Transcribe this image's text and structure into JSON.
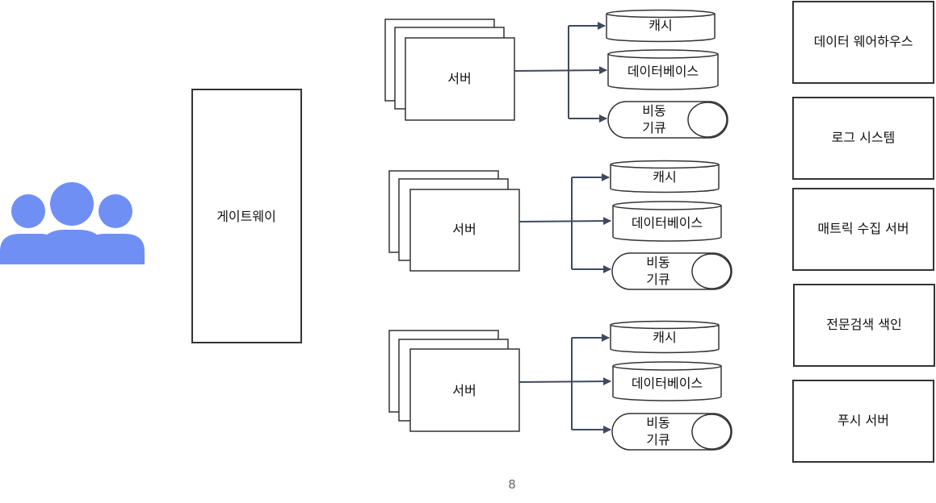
{
  "colors": {
    "users_icon": "#6f8ff5",
    "box_stroke": "#333333",
    "arrow": "#3f4a5e",
    "page_number": "#666666"
  },
  "users": {
    "icon": "users-group-icon"
  },
  "gateway": {
    "label": "게이트웨이"
  },
  "server_groups": [
    {
      "server_label": "서버",
      "cache_label": "캐시",
      "database_label": "데이터베이스",
      "queue_label_line1": "비동",
      "queue_label_line2": "기큐"
    },
    {
      "server_label": "서버",
      "cache_label": "캐시",
      "database_label": "데이터베이스",
      "queue_label_line1": "비동",
      "queue_label_line2": "기큐"
    },
    {
      "server_label": "서버",
      "cache_label": "캐시",
      "database_label": "데이터베이스",
      "queue_label_line1": "비동",
      "queue_label_line2": "기큐"
    }
  ],
  "services": [
    {
      "label": "데이터 웨어하우스"
    },
    {
      "label": "로그 시스템"
    },
    {
      "label": "매트릭 수집 서버"
    },
    {
      "label": "전문검색 색인"
    },
    {
      "label": "푸시 서버"
    }
  ],
  "page_number": "8"
}
